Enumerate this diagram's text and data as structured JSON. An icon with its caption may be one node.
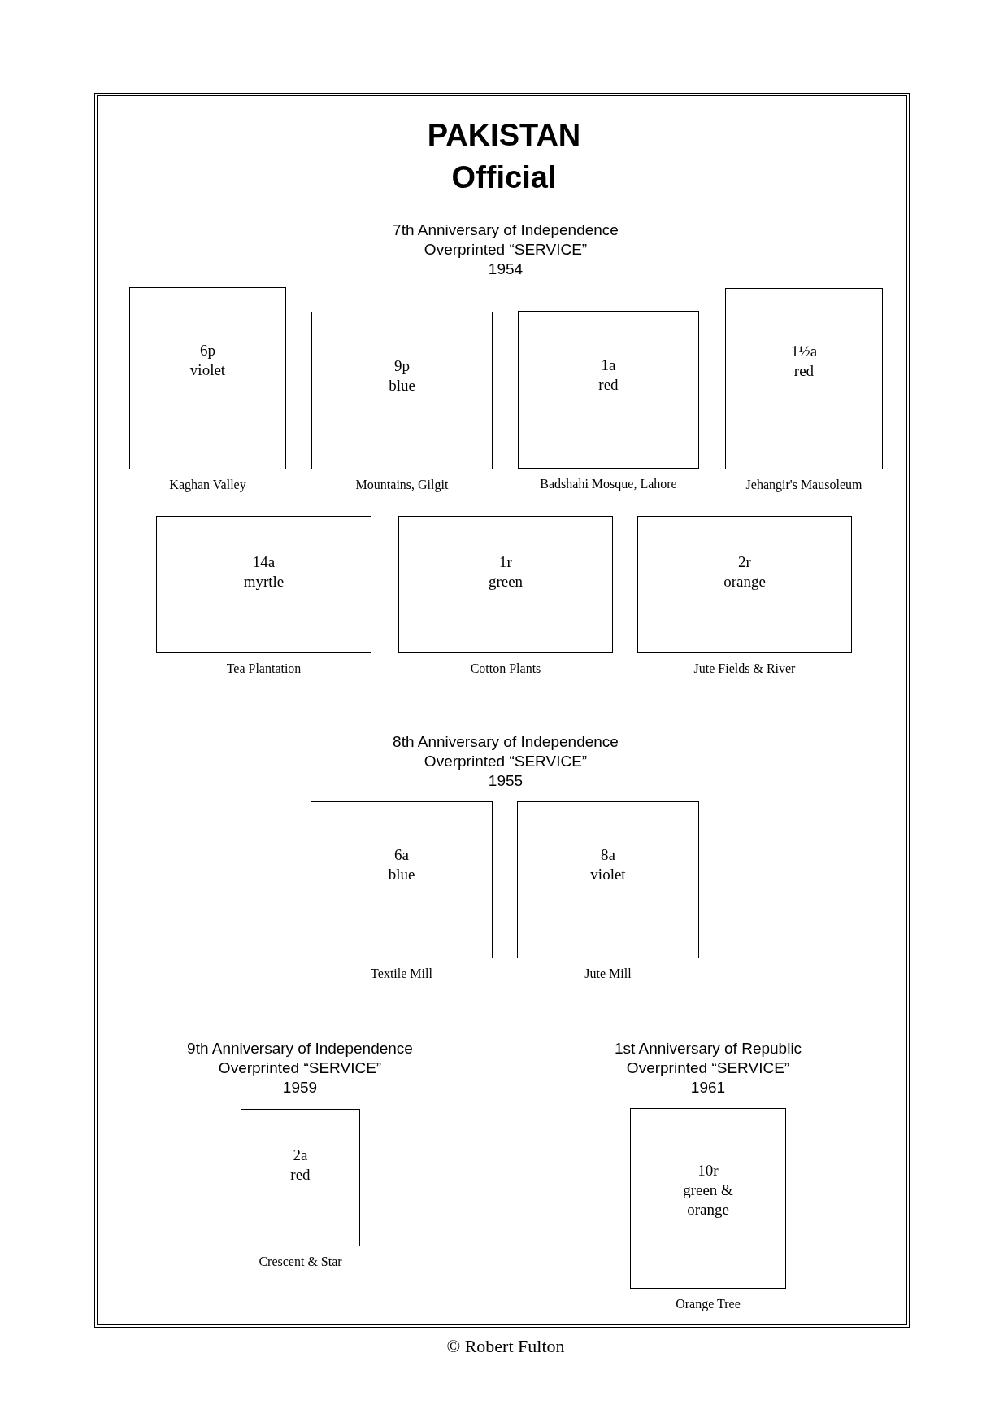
{
  "diagram": {
    "title": "PAKISTAN Official",
    "caption": "© Robert Fulton",
    "nodes": [
      {
        "text": [
          "6p",
          "violet"
        ],
        "beside": [
          "Kaghan Valley"
        ]
      },
      {
        "text": [
          "9p",
          "blue"
        ],
        "beside": [
          "Mountains, Gilgit"
        ]
      },
      {
        "text": [
          "1a",
          "red"
        ],
        "beside": [
          "Badshahi Mosque, Lahore"
        ]
      },
      {
        "text": [
          "1½a",
          "red"
        ],
        "beside": [
          "Jehangir's Mausoleum"
        ]
      },
      {
        "text": [
          "14a",
          "myrtle"
        ],
        "beside": [
          "Tea Plantation"
        ]
      },
      {
        "text": [
          "1r",
          "green"
        ],
        "beside": [
          "Cotton Plants"
        ]
      },
      {
        "text": [
          "2r",
          "orange"
        ],
        "beside": [
          "Jute Fields & River"
        ]
      },
      {
        "text": [
          "6a",
          "blue"
        ],
        "beside": [
          "Textile Mill"
        ]
      },
      {
        "text": [
          "8a",
          "violet"
        ],
        "beside": [
          "Jute Mill"
        ]
      },
      {
        "text": [
          "2a",
          "red"
        ],
        "beside": [
          "Crescent & Star"
        ]
      },
      {
        "text": [
          "10r",
          "green & orange"
        ],
        "beside": [
          "Orange Tree"
        ]
      }
    ],
    "edges": [],
    "labels": [
      "7th Anniversary of Independence",
      "Overprinted “SERVICE”",
      "1954",
      "8th Anniversary of Independence",
      "Overprinted “SERVICE”",
      "1955",
      "9th Anniversary of Independence",
      "Overprinted “SERVICE”",
      "1959",
      "1st Anniversary of Republic",
      "Overprinted “SERVICE”",
      "1961"
    ]
  }
}
